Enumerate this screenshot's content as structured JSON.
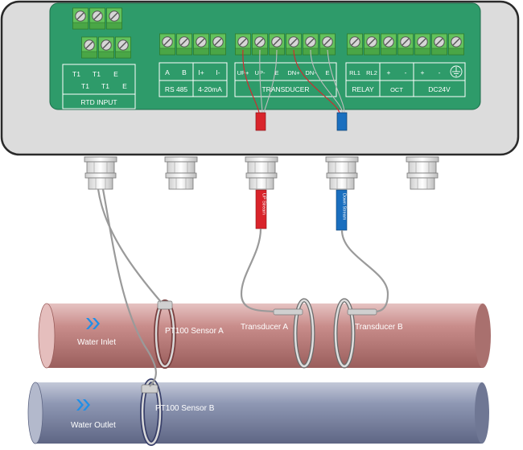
{
  "terminals": {
    "rtd": {
      "labels_top": [
        "T1",
        "T1",
        "E"
      ],
      "labels_bottom": [
        "T1",
        "T1",
        "E"
      ],
      "group": "RTD INPUT"
    },
    "rs485": {
      "labels": [
        "A",
        "B"
      ],
      "group": "RS 485"
    },
    "current": {
      "labels": [
        "I+",
        "I-"
      ],
      "group": "4-20mA"
    },
    "transducer": {
      "labels": [
        "UP+",
        "UP-",
        "E",
        "DN+",
        "DN-",
        "E"
      ],
      "group": "TRANSDUCER"
    },
    "relay": {
      "labels": [
        "RL1",
        "RL2"
      ],
      "group": "RELAY"
    },
    "oct": {
      "labels": [
        "+",
        "-"
      ],
      "group": "OCT"
    },
    "dc": {
      "labels": [
        "+",
        "-"
      ],
      "group": "DC24V",
      "icon": "ground-icon"
    }
  },
  "cable_tags": {
    "up": "UP Stream",
    "down": "Down Stream"
  },
  "sensors": {
    "pt100_a": "PT100 Sensor A",
    "pt100_b": "PT100 Sensor B",
    "transducer_a": "Transducer A",
    "transducer_b": "Transducer B"
  },
  "pipes": {
    "inlet": {
      "label": "Water Inlet",
      "color": "#c58886"
    },
    "outlet": {
      "label": "Water Outlet",
      "color": "#7e88a6"
    }
  },
  "colors": {
    "panel": "#2e9b6a",
    "enclosure": "#dcdcdc",
    "wire_red": "#d9242b",
    "wire_blue": "#1a6fbf",
    "terminal": "#5fbf5a"
  }
}
